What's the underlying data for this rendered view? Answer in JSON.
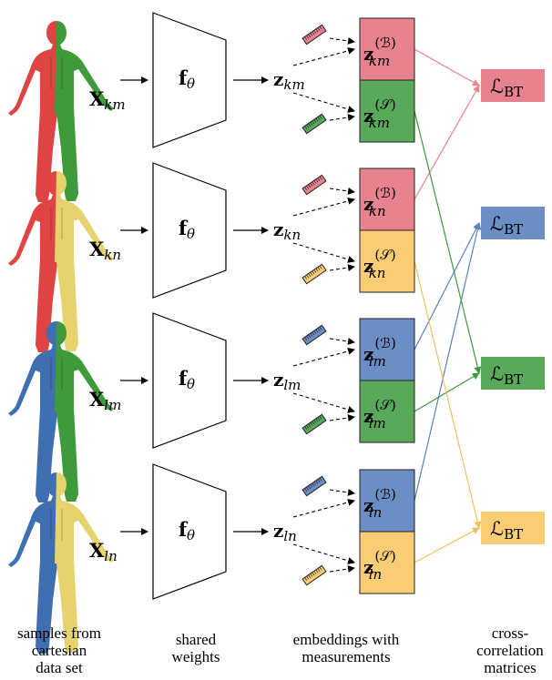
{
  "colors": {
    "red": "#e8828f",
    "green": "#5aa85a",
    "blue": "#6b8fc4",
    "yellow": "#f9cd75",
    "figure_red": "#de4444",
    "figure_green": "#3f9a3c",
    "figure_blue": "#3f6fb0",
    "figure_yellow": "#e6d36d"
  },
  "rows": [
    {
      "input_sub": "km",
      "z_sub": "km",
      "left_color": "figure_red",
      "right_color": "figure_green",
      "b_color": "red",
      "s_color": "green",
      "ruler_b": "red",
      "ruler_s": "green"
    },
    {
      "input_sub": "kn",
      "z_sub": "kn",
      "left_color": "figure_red",
      "right_color": "figure_yellow",
      "b_color": "red",
      "s_color": "yellow",
      "ruler_b": "red",
      "ruler_s": "yellow"
    },
    {
      "input_sub": "lm",
      "z_sub": "lm",
      "left_color": "figure_blue",
      "right_color": "figure_green",
      "b_color": "blue",
      "s_color": "green",
      "ruler_b": "blue",
      "ruler_s": "green"
    },
    {
      "input_sub": "ln",
      "z_sub": "ln",
      "left_color": "figure_blue",
      "right_color": "figure_yellow",
      "b_color": "blue",
      "s_color": "yellow",
      "ruler_b": "blue",
      "ruler_s": "yellow"
    }
  ],
  "encoder_label": "f",
  "encoder_sub": "θ",
  "input_symbol": "X",
  "embedding_symbol": "z",
  "measurement_B": "ℬ",
  "measurement_S": "𝒮",
  "loss_symbol": "ℒ",
  "loss_sub": "BT",
  "loss_boxes": [
    {
      "color": "red",
      "sources": [
        [
          "0",
          "B"
        ],
        [
          "1",
          "B"
        ]
      ]
    },
    {
      "color": "blue",
      "sources": [
        [
          "2",
          "B"
        ],
        [
          "3",
          "B"
        ]
      ]
    },
    {
      "color": "green",
      "sources": [
        [
          "0",
          "S"
        ],
        [
          "2",
          "S"
        ]
      ]
    },
    {
      "color": "yellow",
      "sources": [
        [
          "1",
          "S"
        ],
        [
          "3",
          "S"
        ]
      ]
    }
  ],
  "captions": {
    "samples": [
      "samples from",
      "cartesian",
      "data set"
    ],
    "weights": [
      "shared",
      "weights"
    ],
    "embeddings": [
      "embeddings with",
      "measurements"
    ],
    "matrices": [
      "cross-",
      "correlation",
      "matrices"
    ]
  }
}
